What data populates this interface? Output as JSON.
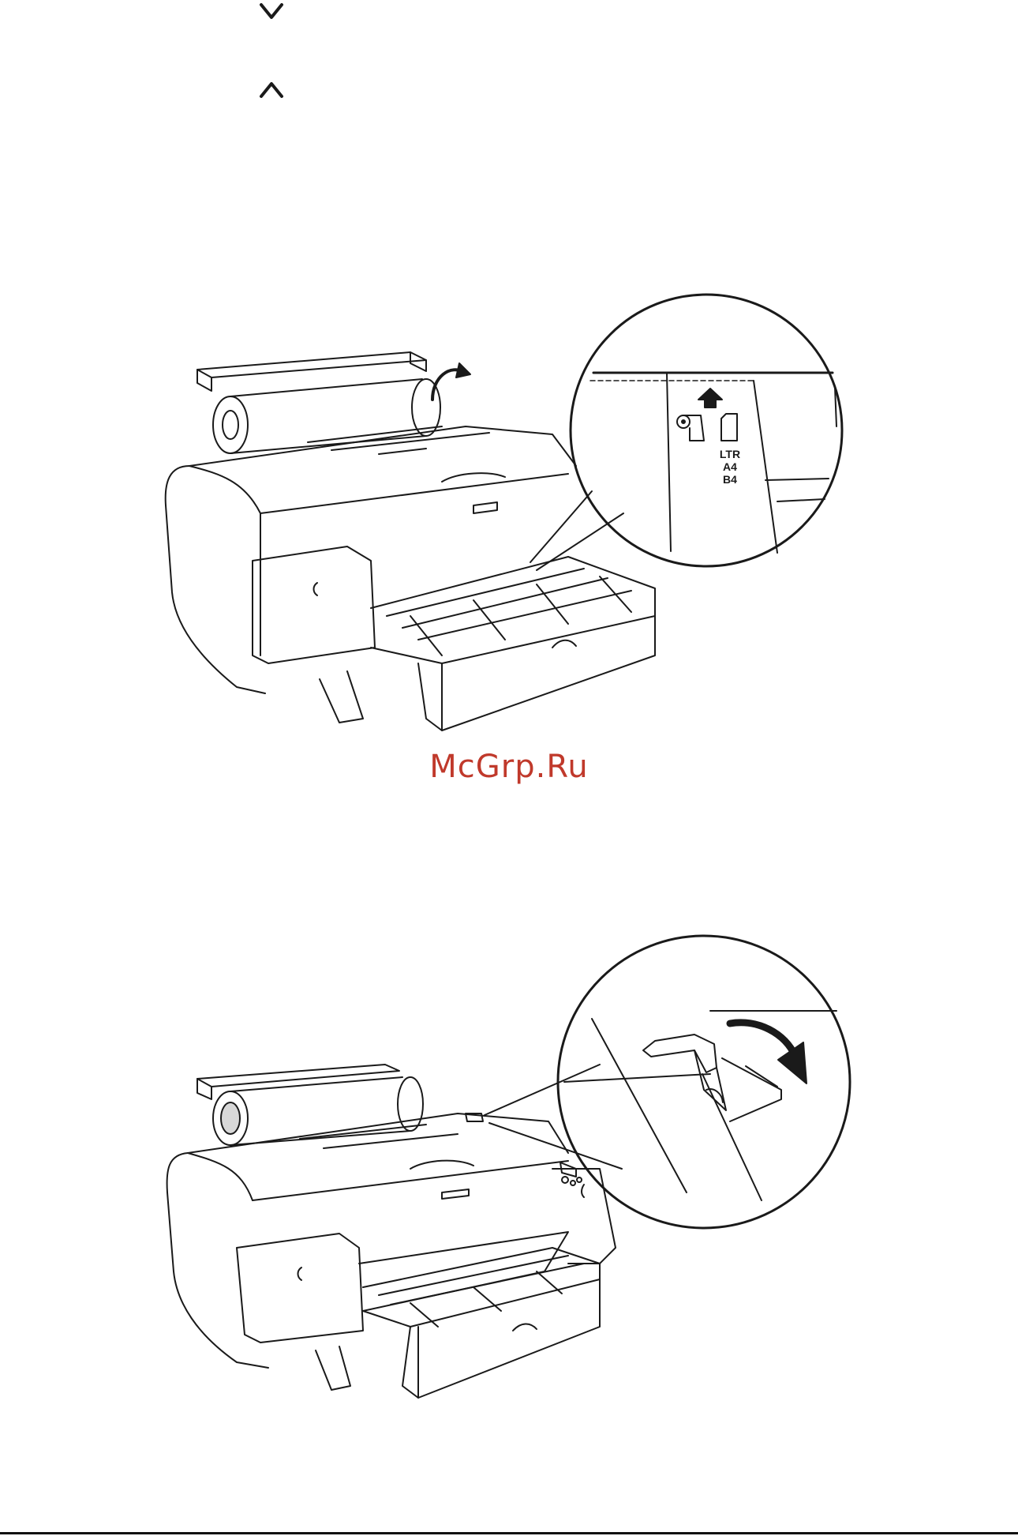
{
  "icons": {
    "down": "chevron-down-icon",
    "up": "chevron-up-icon"
  },
  "figure1": {
    "zoom_labels": [
      "LTR",
      "A4",
      "B4"
    ],
    "arrow_direction": "up"
  },
  "watermark": "McGrp.Ru",
  "colors": {
    "ink": "#1a1a1a",
    "watermark": "#c0392b",
    "background": "#ffffff"
  }
}
